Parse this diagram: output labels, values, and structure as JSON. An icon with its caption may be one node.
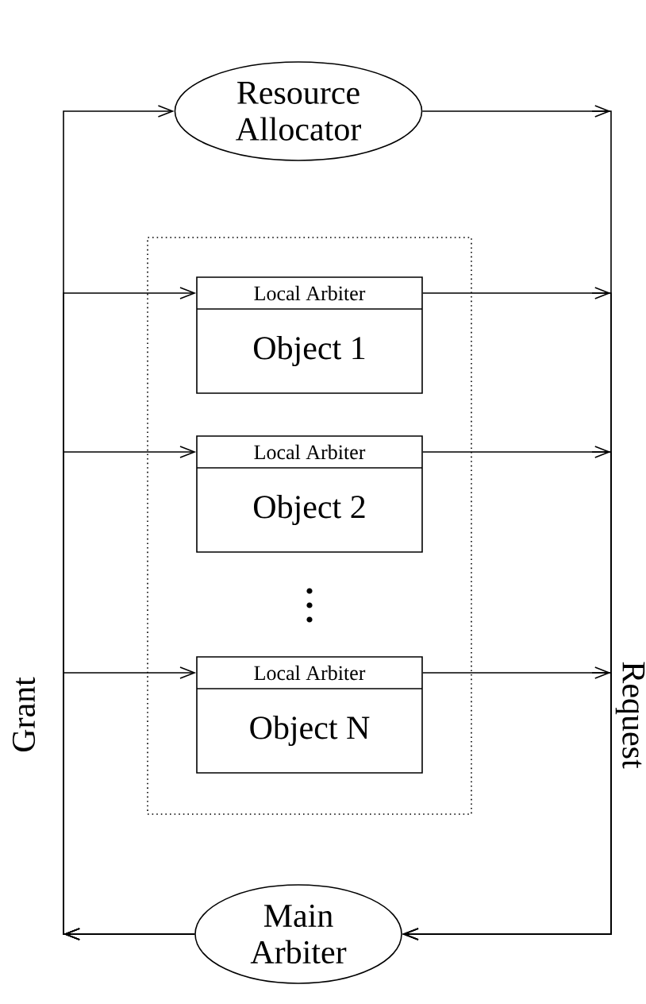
{
  "diagram": {
    "nodes": [
      {
        "text": [
          "Resource Allocator"
        ]
      },
      {
        "text": [],
        "shape": "box"
      },
      {
        "text": [
          "Local Arbiter",
          "Object 1"
        ],
        "in": 1
      },
      {
        "text": [
          "Local Arbiter",
          "Object 2"
        ],
        "in": 1
      },
      {
        "text": [
          "Local Arbiter",
          "Object N"
        ],
        "in": 1
      },
      {
        "text": [
          "Main Arbiter"
        ]
      }
    ],
    "edges": [
      {
        "from": 5,
        "to": 0,
        "arrow": "to"
      },
      {
        "from": 5,
        "to": 2,
        "arrow": "to"
      },
      {
        "from": 5,
        "to": 3,
        "arrow": "to"
      },
      {
        "from": 5,
        "to": 4,
        "arrow": "to"
      },
      {
        "from": 0,
        "to": 5,
        "arrow": "to"
      },
      {
        "from": 2,
        "to": 5,
        "arrow": "to"
      },
      {
        "from": 3,
        "to": 5,
        "arrow": "to"
      },
      {
        "from": 4,
        "to": 5,
        "arrow": "to"
      }
    ],
    "labels": [
      "Grant",
      "Request"
    ]
  }
}
